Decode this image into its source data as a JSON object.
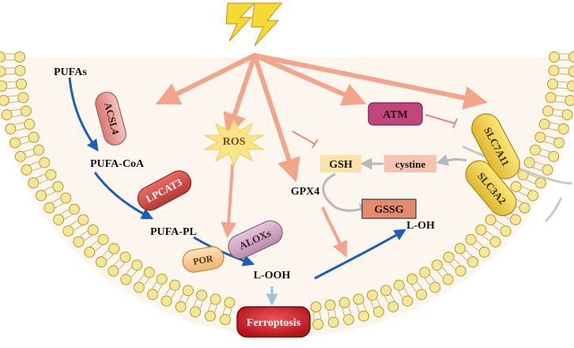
{
  "labels": {
    "pufas": "PUFAs",
    "acsl4": "ACSL4",
    "pufa_coa": "PUFA-CoA",
    "lpcat3": "LPCAT3",
    "pufa_pl": "PUFA-PL",
    "ros": "ROS",
    "alox": "ALOXs",
    "por": "POR",
    "l_ooh": "L-OOH",
    "gsh": "GSH",
    "cystine": "cystine",
    "gpx4": "GPX4",
    "gssg": "GSSG",
    "l_oh": "L-OH",
    "atm": "ATM",
    "slc7a11": "SLC7A11",
    "slc3a2": "SLC3A2",
    "ferroptosis": "Ferroptosis"
  },
  "icons": [
    "lightning-bolt-icon",
    "ros-burst-icon"
  ],
  "colors": {
    "background_cell": "#fdf6ee",
    "membrane_head": "#f4e79a",
    "membrane_head_stroke": "#b89a2c",
    "salmon_arrow": "#f2a48c",
    "blue_arrow": "#1d5fb8",
    "inhibit": "#e68a7a",
    "ferroptosis": "#d1212a",
    "atm": "#c2457c",
    "gssg": "#e58a6c",
    "gsh": "#fbe3a8",
    "cystine": "#f7c3b0",
    "lightning": "#f6d935"
  }
}
